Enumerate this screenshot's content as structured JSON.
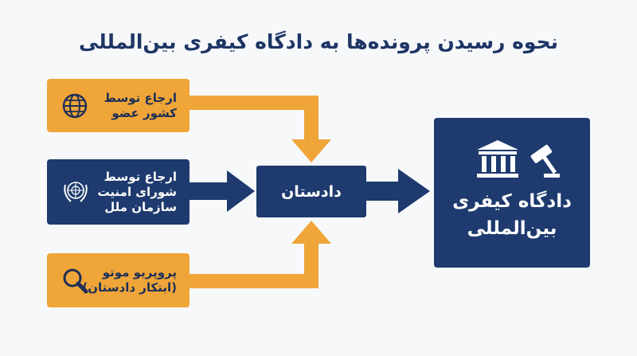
{
  "title": "نحوه رسیدن پرونده‌ها به دادگاه کیفری بین‌المللی",
  "sources": [
    {
      "label": "ارجاع توسط\nکشور عضو",
      "icon": "globe-icon",
      "color": "#efa538"
    },
    {
      "label": "ارجاع توسط\nشورای امنیت\nسازمان ملل",
      "icon": "un-emblem-icon",
      "color": "#1e3a6e"
    },
    {
      "label": "پروپریو موتو\n(ابتکار دادستان)",
      "icon": "magnifier-icon",
      "color": "#efa538"
    }
  ],
  "prosecutor": {
    "label": "دادستان"
  },
  "court": {
    "label": "دادگاه کیفری\nبین‌المللی",
    "icons": [
      "courthouse-icon",
      "gavel-icon"
    ]
  },
  "colors": {
    "orange": "#efa538",
    "navy": "#1e3a6e",
    "background": "#f7f8fa"
  }
}
